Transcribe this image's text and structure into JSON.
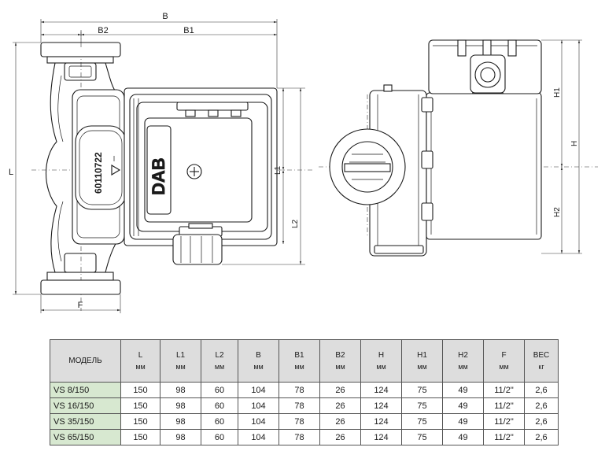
{
  "drawing": {
    "dim_labels": {
      "B": "B",
      "B1": "B1",
      "B2": "B2",
      "L": "L",
      "L1": "L1",
      "L2": "L2",
      "F": "F",
      "H": "H",
      "H1": "H1",
      "H2": "H2"
    },
    "pump_code": "60110722",
    "brand": "DAB"
  },
  "table": {
    "headers": [
      {
        "label": "МОДЕЛЬ",
        "unit": ""
      },
      {
        "label": "L",
        "unit": "мм"
      },
      {
        "label": "L1",
        "unit": "мм"
      },
      {
        "label": "L2",
        "unit": "мм"
      },
      {
        "label": "B",
        "unit": "мм"
      },
      {
        "label": "B1",
        "unit": "мм"
      },
      {
        "label": "B2",
        "unit": "мм"
      },
      {
        "label": "H",
        "unit": "мм"
      },
      {
        "label": "H1",
        "unit": "мм"
      },
      {
        "label": "H2",
        "unit": "мм"
      },
      {
        "label": "F",
        "unit": "мм"
      },
      {
        "label": "ВЕС",
        "unit": "кг"
      }
    ],
    "rows": [
      [
        "VS 8/150",
        "150",
        "98",
        "60",
        "104",
        "78",
        "26",
        "124",
        "75",
        "49",
        "11/2\"",
        "2,6"
      ],
      [
        "VS 16/150",
        "150",
        "98",
        "60",
        "104",
        "78",
        "26",
        "124",
        "75",
        "49",
        "11/2\"",
        "2,6"
      ],
      [
        "VS 35/150",
        "150",
        "98",
        "60",
        "104",
        "78",
        "26",
        "124",
        "75",
        "49",
        "11/2\"",
        "2,6"
      ],
      [
        "VS 65/150",
        "150",
        "98",
        "60",
        "104",
        "78",
        "26",
        "124",
        "75",
        "49",
        "11/2\"",
        "2,6"
      ]
    ]
  }
}
